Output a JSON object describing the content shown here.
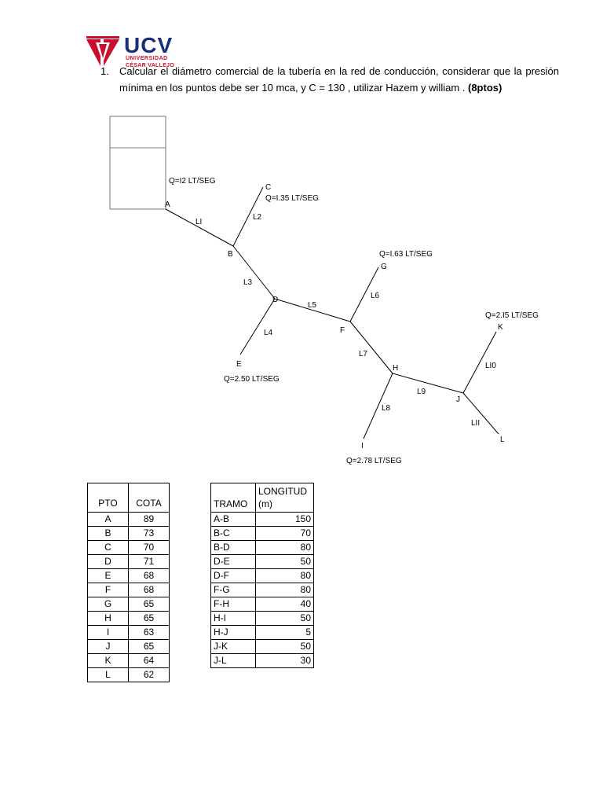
{
  "logo": {
    "name": "UCV",
    "sub1": "UNIVERSIDAD",
    "sub2": "CÉSAR VALLEJO"
  },
  "question": {
    "number": "1.",
    "text": "Calcular el diámetro comercial de la tubería en la red de conducción, considerar que la presión mínima en los puntos debe ser 10 mca, y C = 130 , utilizar Hazem y william .",
    "points": "(8ptos)"
  },
  "diagram": {
    "flows": {
      "A": "Q=I2 LT/SEG",
      "C": "Q=I.35 LT/SEG",
      "G": "Q=I.63 LT/SEG",
      "E": "Q=2.50 LT/SEG",
      "K": "Q=2.I5 LT/SEG",
      "I": "Q=2.78 LT/SEG"
    },
    "nodes": {
      "A": "A",
      "B": "B",
      "C": "C",
      "D": "D",
      "E": "E",
      "F": "F",
      "G": "G",
      "H": "H",
      "I": "I",
      "J": "J",
      "K": "K",
      "L": "L"
    },
    "segments": {
      "L1": "LI",
      "L2": "L2",
      "L3": "L3",
      "L4": "L4",
      "L5": "L5",
      "L6": "L6",
      "L7": "L7",
      "L8": "L8",
      "L9": "L9",
      "L10": "LI0",
      "L11": "LII"
    }
  },
  "cota_table": {
    "headers": [
      "PTO",
      "COTA"
    ],
    "rows": [
      [
        "A",
        "89"
      ],
      [
        "B",
        "73"
      ],
      [
        "C",
        "70"
      ],
      [
        "D",
        "71"
      ],
      [
        "E",
        "68"
      ],
      [
        "F",
        "68"
      ],
      [
        "G",
        "65"
      ],
      [
        "H",
        "65"
      ],
      [
        "I",
        "63"
      ],
      [
        "J",
        "65"
      ],
      [
        "K",
        "64"
      ],
      [
        "L",
        "62"
      ]
    ]
  },
  "tramo_table": {
    "headers": [
      "TRAMO",
      "LONGITUD (m)"
    ],
    "rows": [
      [
        "A-B",
        "150"
      ],
      [
        "B-C",
        "70"
      ],
      [
        "B-D",
        "80"
      ],
      [
        "D-E",
        "50"
      ],
      [
        "D-F",
        "80"
      ],
      [
        "F-G",
        "80"
      ],
      [
        "F-H",
        "40"
      ],
      [
        "H-I",
        "50"
      ],
      [
        "H-J",
        "5"
      ],
      [
        "J-K",
        "50"
      ],
      [
        "J-L",
        "30"
      ]
    ]
  }
}
